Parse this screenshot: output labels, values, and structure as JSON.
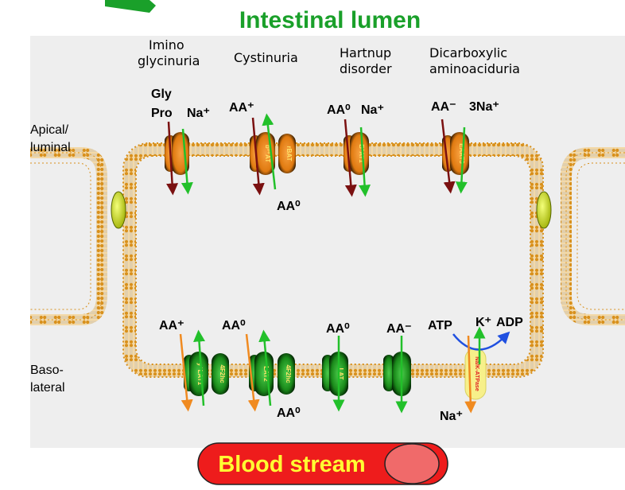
{
  "title": "Intestinal lumen",
  "colors": {
    "title": "#1aa02a",
    "panel": "#eeeeee",
    "membrane": "#d8901c",
    "apical_transporter": "#e07a10",
    "basolateral_transporter": "#1a8a1a",
    "pump": "#f7f08a",
    "junction": "#d8e82a",
    "arrow_green": "#22c02a",
    "arrow_dark": "#7a1010",
    "arrow_orange": "#f08a20",
    "arrow_blue": "#2050e0",
    "blood_button": "#ee1c1c",
    "blood_text": "#ffff33"
  },
  "side_labels": {
    "apical_line1": "Apical/",
    "apical_line2": "luminal",
    "baso_line1": "Baso-",
    "baso_line2": "lateral"
  },
  "disorders": [
    {
      "line1": "Imino",
      "line2": "glycinuria"
    },
    {
      "line1": "Cystinuria",
      "line2": ""
    },
    {
      "line1": "Hartnup",
      "line2": "disorder"
    },
    {
      "line1": "Dicarboxylic",
      "line2": "aminoaciduria"
    }
  ],
  "apical": {
    "labels": {
      "gly": "Gly",
      "pro": "Pro",
      "na1": "Na⁺",
      "aa_plus": "AA⁺",
      "aa_zero_below": "AA⁰",
      "aa_zero": "AA⁰",
      "na2": "Na⁺",
      "aa_minus": "AA⁻",
      "na3": "3Na⁺"
    },
    "transporters": [
      "",
      "b⁰⁺AT",
      "rBAT",
      "B⁰AT1",
      "EAAT3"
    ]
  },
  "basolateral": {
    "labels": {
      "aa_plus": "AA⁺",
      "aa_zero1": "AA⁰",
      "aa_zero_below": "AA⁰",
      "aa_zero2": "AA⁰",
      "aa_minus": "AA⁻",
      "atp": "ATP",
      "k": "K⁺",
      "adp": "ADP",
      "na": "Na⁺"
    },
    "transporters": [
      "y⁺LAT1",
      "4F2hc",
      "LAT2",
      "4F2hc",
      "LAT",
      "",
      "Na/K-ATPase"
    ]
  },
  "blood": {
    "label": "Blood stream"
  }
}
